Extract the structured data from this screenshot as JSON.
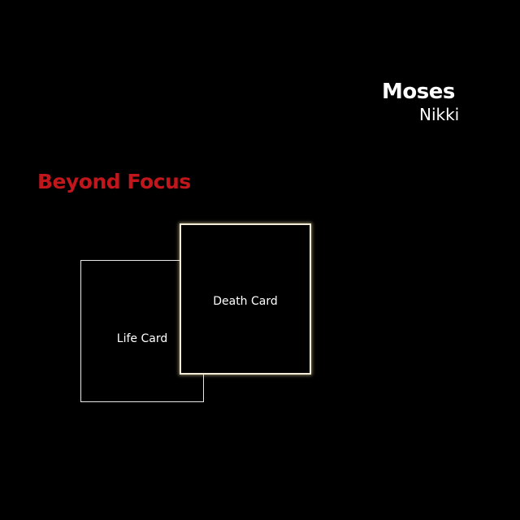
{
  "player": {
    "name": "Moses",
    "opponent": "Nikki"
  },
  "game": {
    "title": "Beyond Focus",
    "title_color": "#c0161c"
  },
  "cards": {
    "life": {
      "label": "Life Card"
    },
    "death": {
      "label": "Death Card",
      "state": "selected"
    }
  }
}
